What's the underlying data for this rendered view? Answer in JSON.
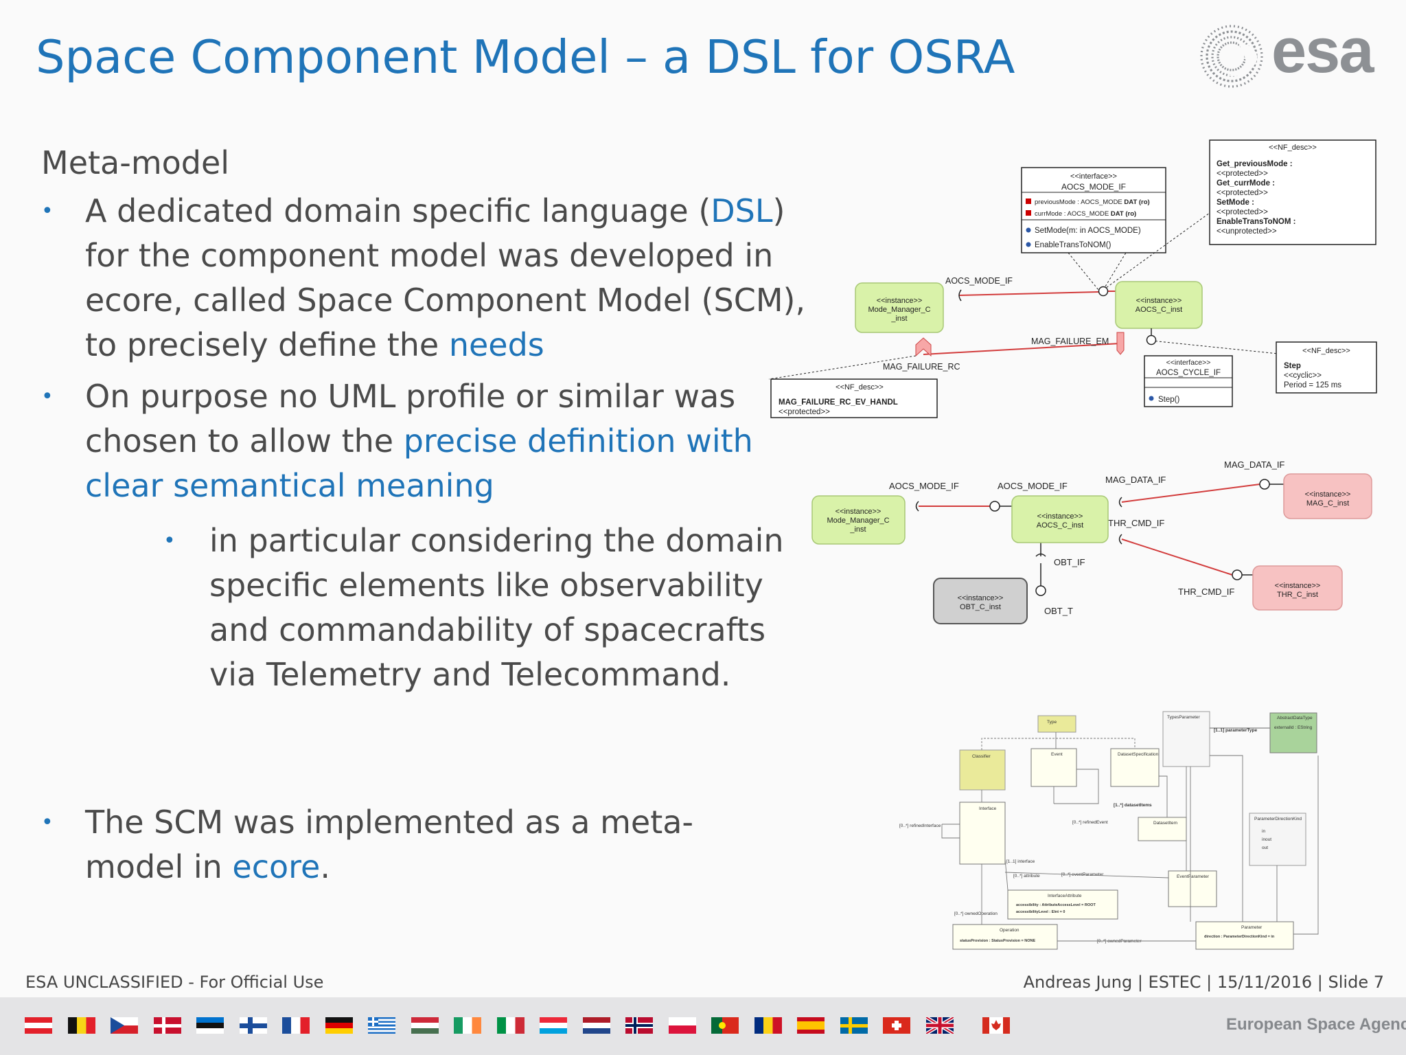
{
  "slide": {
    "title": "Space Component Model – a DSL for OSRA",
    "logo_text": "esa",
    "heading": "Meta-model",
    "bullet1": {
      "pre": "A dedicated domain specific language (",
      "hl1": "DSL",
      "mid": ") for the component model was developed in ecore, called Space Component Model (SCM), to precisely define the ",
      "hl2": "needs"
    },
    "bullet2": {
      "pre": "On purpose no UML profile or similar was chosen to allow the ",
      "hl": "precise definition with clear semantical meaning"
    },
    "sub_bullet": "in particular considering the domain specific elements like observability and commandability of spacecrafts via Telemetry and Telecommand.",
    "bullet3": {
      "pre": "The SCM was implemented as a meta-model in ",
      "hl": "ecore",
      "post": "."
    },
    "bullet_symbol": "•"
  },
  "diagram1": {
    "nf_top": {
      "stereo": "<<NF_desc>>",
      "lines": [
        "Get_previousMode :",
        "<<protected>>",
        "Get_currMode :",
        "<<protected>>",
        "SetMode :",
        "<<protected>>",
        "EnableTransToNOM :",
        "<<unprotected>>"
      ]
    },
    "iface": {
      "stereo": "<<interface>>",
      "name": "AOCS_MODE_IF",
      "attr1_a": "previousMode : AOCS_MODE",
      "attr1_b": "DAT (ro)",
      "attr2_a": "currMode : AOCS_MODE",
      "attr2_b": "DAT (ro)",
      "op1": "SetMode(m: in AOCS_MODE)",
      "op2": "EnableTransToNOM()"
    },
    "label_mode_if": "AOCS_MODE_IF",
    "mode_mgr": {
      "l1": "<<instance>>",
      "l2": "Mode_Manager_C",
      "l3": "_inst"
    },
    "aocs": {
      "l1": "<<instance>>",
      "l2": "AOCS_C_inst"
    },
    "label_fail_em": "MAG_FAILURE_EM",
    "label_fail_rc": "MAG_FAILURE_RC",
    "cycle": {
      "stereo": "<<interface>>",
      "name": "AOCS_CYCLE_IF",
      "op": "Step()"
    },
    "nf_step": {
      "stereo": "<<NF_desc>>",
      "l1": "Step",
      "l2": "<<cyclic>>",
      "l3": "Period = 125 ms"
    },
    "nf_rc": {
      "stereo": "<<NF_desc>>",
      "l1": "MAG_FAILURE_RC_EV_HANDL",
      "l2": "<<protected>>"
    }
  },
  "diagram2": {
    "lbl_mode1": "AOCS_MODE_IF",
    "lbl_mode2": "AOCS_MODE_IF",
    "lbl_mag1": "MAG_DATA_IF",
    "lbl_mag2": "MAG_DATA_IF",
    "lbl_thr1": "THR_CMD_IF",
    "lbl_thr2": "THR_CMD_IF",
    "lbl_obt_if": "OBT_IF",
    "lbl_obt_t": "OBT_T",
    "mode_mgr": {
      "l1": "<<instance>>",
      "l2": "Mode_Manager_C",
      "l3": "_inst"
    },
    "aocs": {
      "l1": "<<instance>>",
      "l2": "AOCS_C_inst"
    },
    "mag": {
      "l1": "<<instance>>",
      "l2": "MAG_C_inst"
    },
    "thr": {
      "l1": "<<instance>>",
      "l2": "THR_C_inst"
    },
    "obt": {
      "l1": "<<instance>>",
      "l2": "OBT_C_inst"
    }
  },
  "diagram3": {
    "type": "Type",
    "types_param": "TypesParameter",
    "param_type": "[1..1] parameterType",
    "abstract_dt": "AbstractDataType",
    "external_id": "externalId : EString",
    "classifier": "Classifier",
    "event": "Event",
    "dataset_spec": "DatasetSpecification",
    "dataset_items": "[1..*] datasetItems",
    "interface": "Interface",
    "refined_iface": "[0..*] refinedInterface",
    "refined_event": "[0..*] refinedEvent",
    "dataset_item": "DatasetItem",
    "param_dir_kind": "ParameterDirectionKind",
    "pdk_in": "in",
    "pdk_inout": "inout",
    "pdk_out": "out",
    "iface_rel": "[1..1] interface",
    "attribute_rel": "[0..*] attribute",
    "event_param_rel": "[0..*] eventParameter",
    "event_parameter": "EventParameter",
    "iface_attr": "InterfaceAttribute",
    "access1": "accessibility : AttributeAccessLevel = ROOT",
    "access2": "accessibilityLevel : EInt = 0",
    "owned_op": "[0..*] ownedOperation",
    "operation": "Operation",
    "status_prov": "statusProvision : StatusProvision = NONE",
    "owned_param": "[0..*] ownedParameter",
    "parameter": "Parameter",
    "direction": "direction : ParameterDirectionKind = in"
  },
  "footer": {
    "classification": "ESA UNCLASSIFIED - For Official Use",
    "author_info": "Andreas Jung | ESTEC | 15/11/2016 | Slide  7",
    "agency": "European Space Agency"
  },
  "colors": {
    "title_blue": "#1f74b8",
    "green_box": "#d9f2a9",
    "red_box": "#f7c2c2",
    "grey_box": "#d0d0d0",
    "connector_red": "#d23b3b"
  },
  "flag_icons": [
    "austria-flag",
    "belgium-flag",
    "czech-flag",
    "denmark-flag",
    "estonia-flag",
    "finland-flag",
    "france-flag",
    "germany-flag",
    "greece-flag",
    "hungary-flag",
    "ireland-flag",
    "italy-flag",
    "luxembourg-flag",
    "netherlands-flag",
    "norway-flag",
    "poland-flag",
    "portugal-flag",
    "romania-flag",
    "spain-flag",
    "sweden-flag",
    "switzerland-flag",
    "uk-flag",
    "canada-flag"
  ]
}
